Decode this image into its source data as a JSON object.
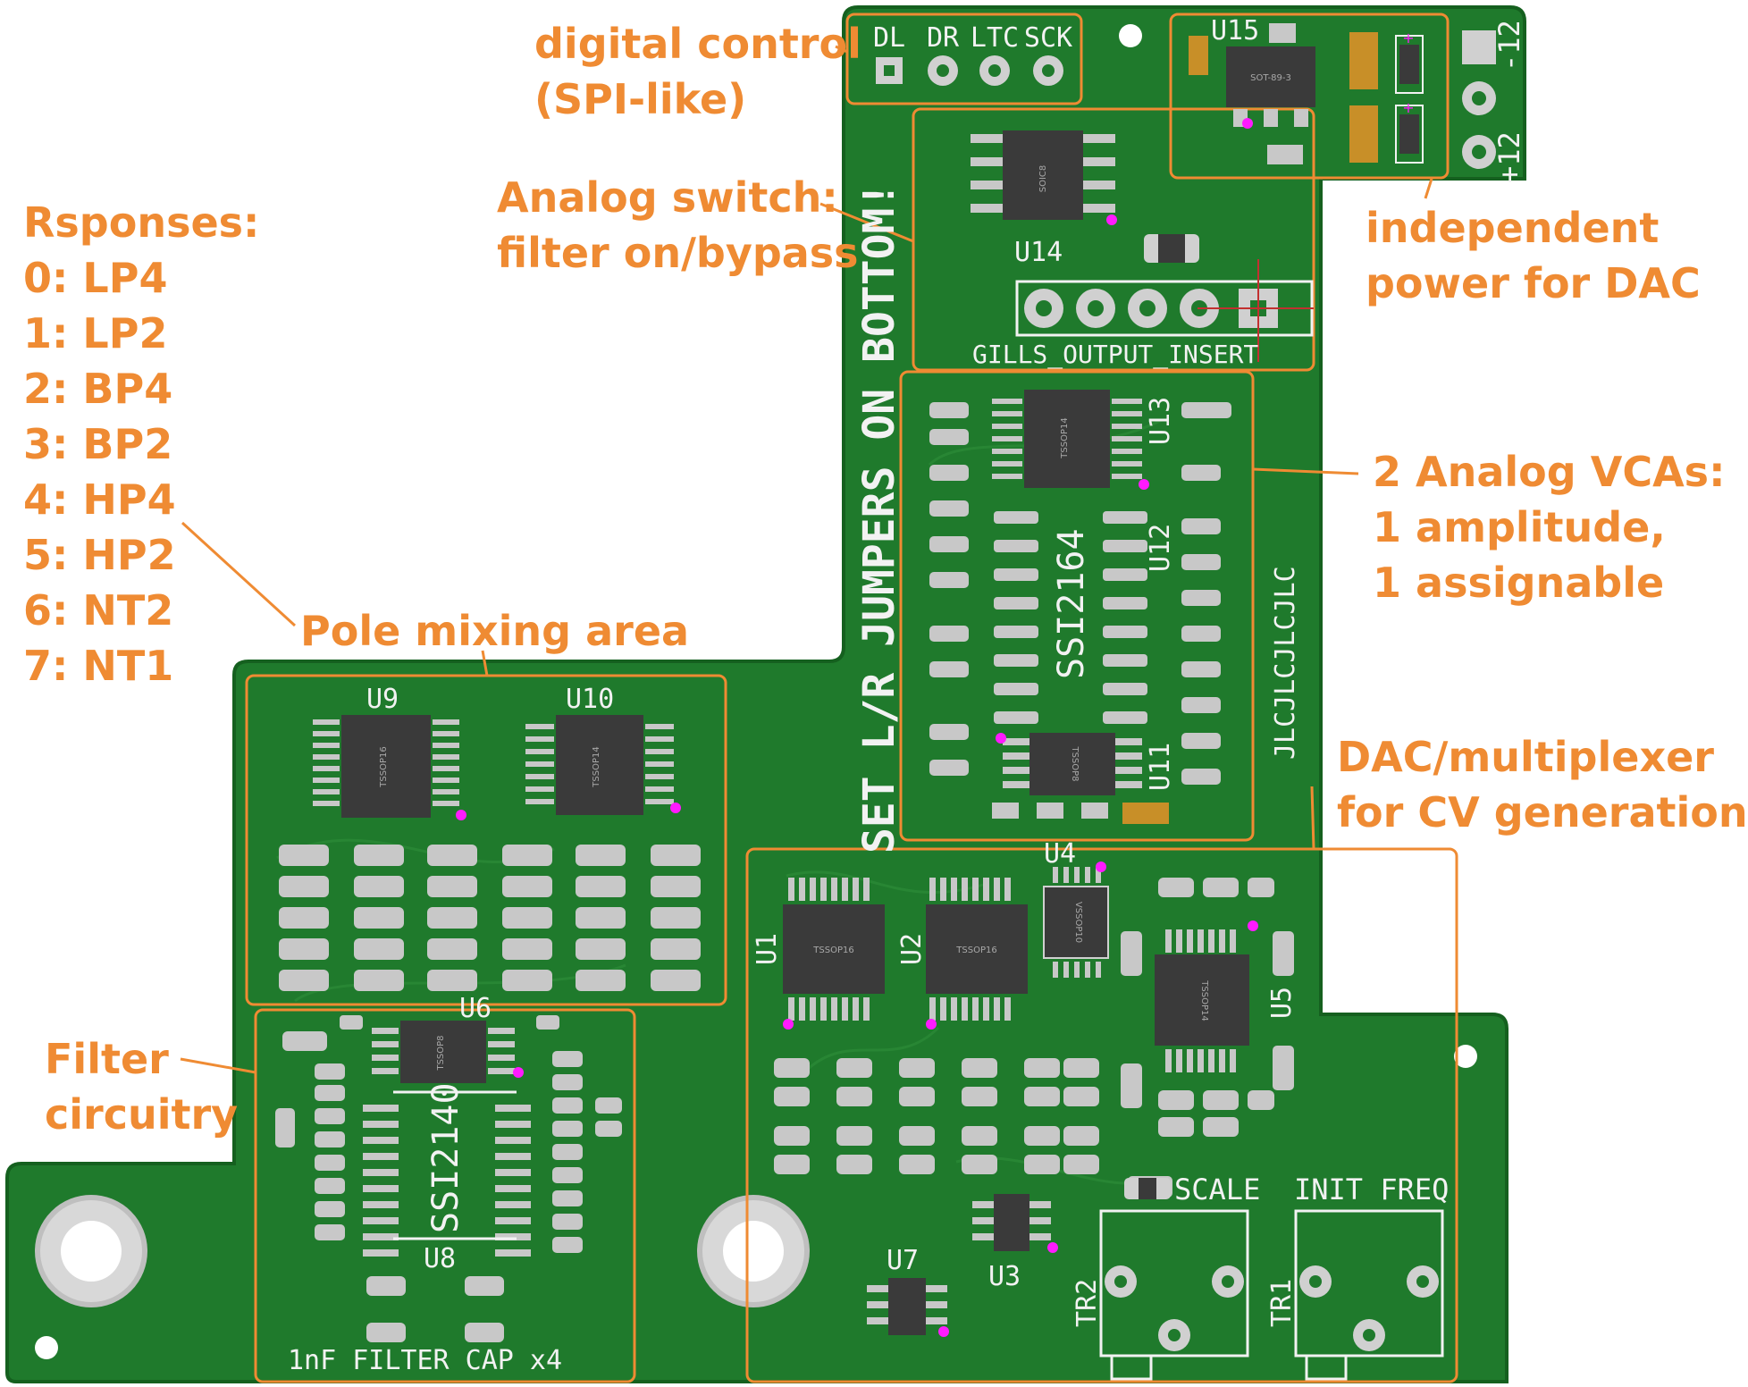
{
  "colors": {
    "board": "#1f7a2c",
    "board_edge": "#15601f",
    "silkscreen": "#f2f2f2",
    "annotation": "#ef8b33",
    "chip": "#3a3a3a",
    "pin1_marker": "#ff1aff",
    "pad": "#c8c8c8"
  },
  "annotations": {
    "digital_control": [
      "digital control",
      "(SPI-like)"
    ],
    "analog_switch": [
      "Analog switch:",
      "filter on/bypass"
    ],
    "responses": [
      "Rsponses:",
      "0: LP4",
      "1: LP2",
      "2: BP4",
      "3: BP2",
      "4: HP4",
      "5: HP2",
      "6: NT2",
      "7: NT1"
    ],
    "pole_mixing": "Pole mixing area",
    "independent_power": [
      "independent",
      "power for DAC"
    ],
    "vcas": [
      "2 Analog VCAs:",
      "1 amplitude,",
      "1 assignable"
    ],
    "dac": [
      "DAC/multiplexer",
      "for CV generation"
    ],
    "filter_circuitry": [
      "Filter",
      "circuitry"
    ]
  },
  "silkscreen": {
    "header_pins": [
      "DL",
      "DR",
      "LTC",
      "SCK"
    ],
    "power_pins": [
      "-12",
      "+12"
    ],
    "jumper_note": "SET L/R JUMPERS ON BOTTOM!",
    "output_insert": "GILLS_OUTPUT_INSERT",
    "jlc": "JLCJLCJLCJLC",
    "filter_cap": "1nF FILTER CAP x4",
    "scale": "SCALE",
    "init_freq": "INIT FREQ",
    "trim_labels": [
      "TR2",
      "TR1"
    ],
    "chip_vca": "SSI2164",
    "chip_filter": "SSI2140"
  },
  "components": [
    {
      "ref": "U15",
      "package": "SOT-89-3"
    },
    {
      "ref": "U14",
      "package": "SOIC8"
    },
    {
      "ref": "U13",
      "package": "TSSOP14"
    },
    {
      "ref": "U12",
      "package": ""
    },
    {
      "ref": "U11",
      "package": "TSSOP8"
    },
    {
      "ref": "U9",
      "package": "TSSOP16"
    },
    {
      "ref": "U10",
      "package": "TSSOP14"
    },
    {
      "ref": "U6",
      "package": "TSSOP8"
    },
    {
      "ref": "U8",
      "package": ""
    },
    {
      "ref": "U1",
      "package": "TSSOP16"
    },
    {
      "ref": "U2",
      "package": "TSSOP16"
    },
    {
      "ref": "U4",
      "package": "VSSOP10"
    },
    {
      "ref": "U5",
      "package": "TSSOP14"
    },
    {
      "ref": "U3",
      "package": ""
    },
    {
      "ref": "U7",
      "package": ""
    }
  ]
}
